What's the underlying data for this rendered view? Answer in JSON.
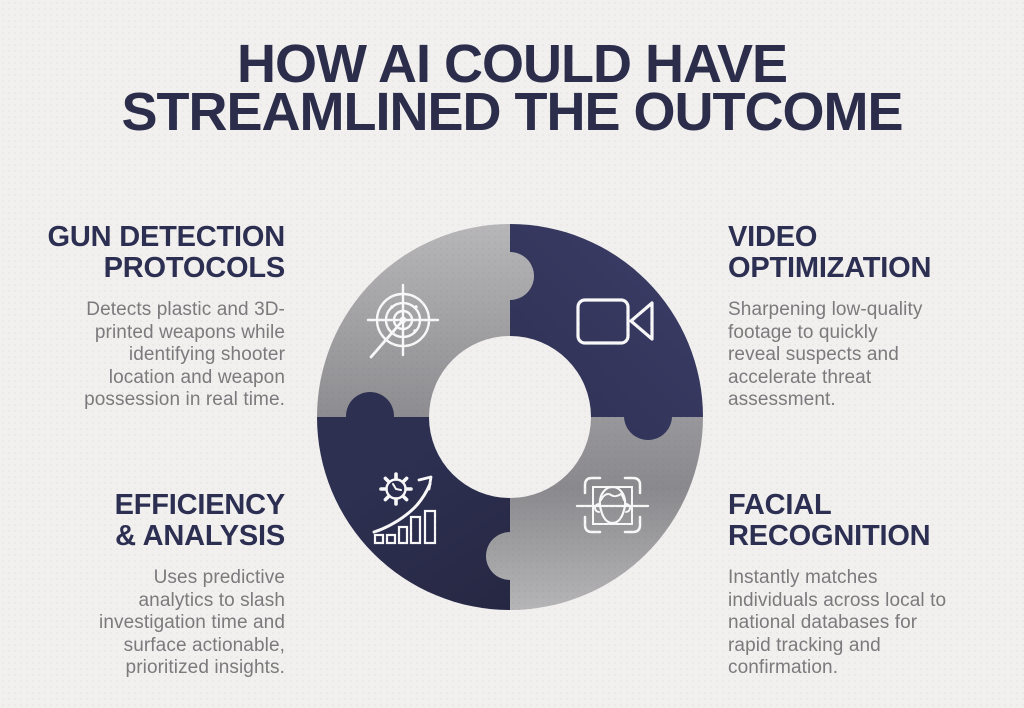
{
  "colors": {
    "background": "#f1f0ee",
    "title_navy": "#2b2d4b",
    "heading_navy": "#2d2f52",
    "body_gray": "#7b7a7d",
    "puzzle_navy_light": "#3a3c66",
    "puzzle_navy": "#2e3052",
    "puzzle_navy_dark": "#242640",
    "puzzle_gray_light": "#b7b6b8",
    "puzzle_gray": "#9b9a9e",
    "puzzle_gray_dark": "#8a898d",
    "icon_white": "#f8f8f8"
  },
  "title": {
    "lines": [
      "HOW AI COULD HAVE",
      "STREAMLINED THE OUTCOME"
    ]
  },
  "sections": [
    {
      "id": "gun-detection-protocols",
      "heading_lines": [
        "GUN DETECTION",
        "PROTOCOLS"
      ],
      "body_lines": [
        "Detects plastic and 3D-",
        "printed weapons while",
        "identifying shooter",
        "location and weapon",
        "possession in real time."
      ],
      "icon": "target-crosshair-icon",
      "align": "right"
    },
    {
      "id": "video-optimization",
      "heading_lines": [
        "VIDEO",
        "OPTIMIZATION"
      ],
      "body_lines": [
        "Sharpening low-quality",
        "footage to quickly",
        "reveal suspects and",
        "accelerate threat",
        "assessment."
      ],
      "icon": "video-camera-icon",
      "align": "left"
    },
    {
      "id": "efficiency-analysis",
      "heading_lines": [
        "EFFICIENCY",
        "& ANALYSIS"
      ],
      "body_lines": [
        "Uses predictive",
        "analytics to slash",
        "investigation time and",
        "surface actionable,",
        "prioritized insights."
      ],
      "icon": "gear-growth-chart-icon",
      "align": "right"
    },
    {
      "id": "facial-recognition",
      "heading_lines": [
        "FACIAL",
        "RECOGNITION"
      ],
      "body_lines": [
        "Instantly matches",
        "individuals across local to",
        "national databases for",
        "rapid tracking and",
        "confirmation."
      ],
      "icon": "face-scan-icon",
      "align": "left"
    }
  ],
  "diagram": {
    "type": "puzzle-donut",
    "quadrants": [
      {
        "position": "top-left",
        "color": "gray",
        "icon": "target-crosshair-icon"
      },
      {
        "position": "top-right",
        "color": "navy",
        "icon": "video-camera-icon"
      },
      {
        "position": "bottom-left",
        "color": "navy",
        "icon": "gear-growth-chart-icon"
      },
      {
        "position": "bottom-right",
        "color": "gray",
        "icon": "face-scan-icon"
      }
    ]
  }
}
